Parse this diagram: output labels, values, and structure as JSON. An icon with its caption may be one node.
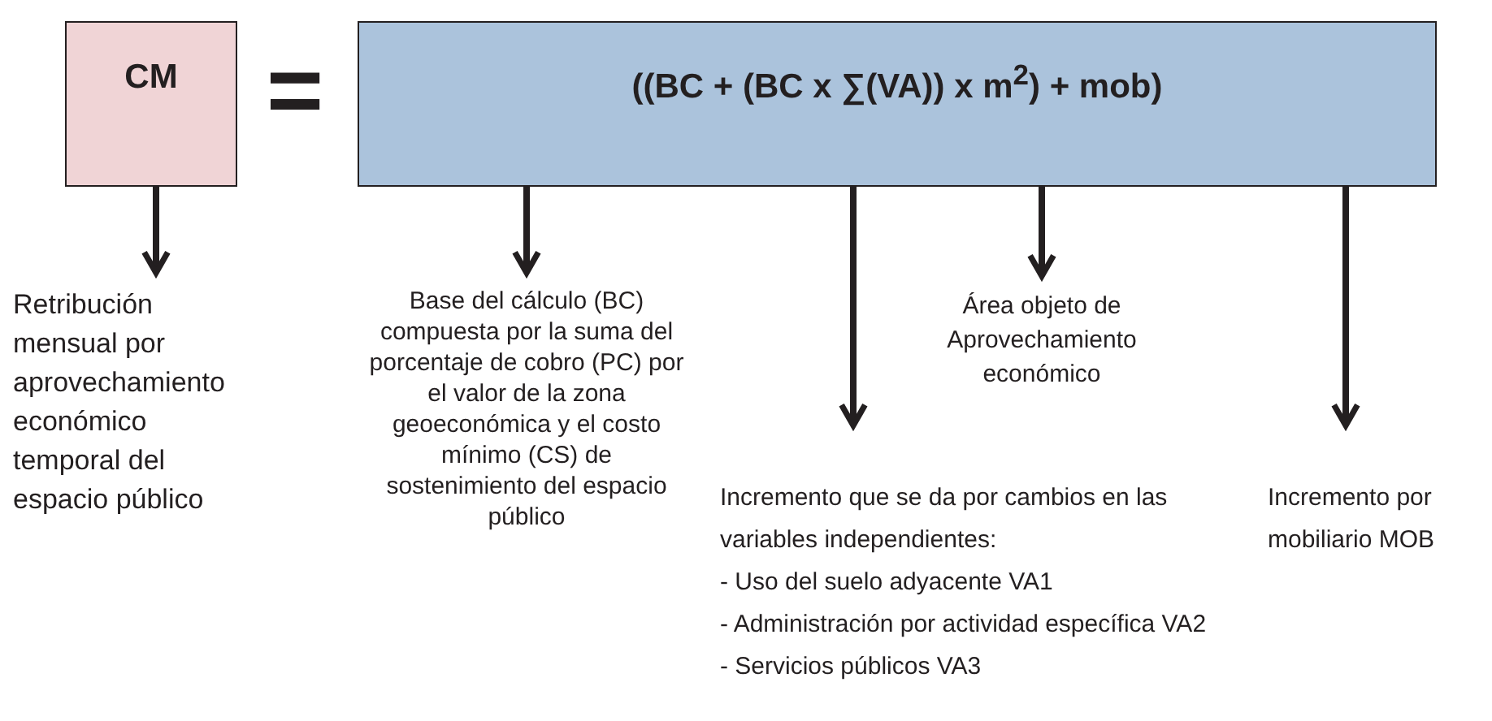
{
  "diagram": {
    "nodes": [
      {
        "text": [
          "CM"
        ]
      },
      {
        "text": [
          "((BC + (BC x ∑(VA)) x m$^{2}$) + mob)"
        ]
      },
      {
        "text": [
          "Retribución mensual por aprovechamiento económico temporal del espacio público"
        ]
      },
      {
        "text": [
          "Base del cálculo (BC) compuesta por la suma del porcentaje de cobro (PC) por el valor de la zona geoeconómica y el costo mínimo (CS) de sostenimiento del espacio público"
        ]
      },
      {
        "text": [
          "Área objeto de Aprovechamiento económico"
        ]
      },
      {
        "text": [
          "Incremento que se da por cambios en las variables independientes:",
          "- Uso del suelo adyacente VA1",
          "- Administración por actividad específica VA2",
          "- Servicios públicos VA3"
        ]
      },
      {
        "text": [
          "Incremento por mobiliario MOB"
        ]
      }
    ],
    "edges": [
      {
        "from": 0,
        "to": 2,
        "arrow": "to"
      },
      {
        "from": 1,
        "to": 3,
        "arrow": "to"
      },
      {
        "from": 1,
        "to": 5,
        "arrow": "to"
      },
      {
        "from": 1,
        "to": 4,
        "arrow": "to"
      },
      {
        "from": 1,
        "to": 6,
        "arrow": "to"
      }
    ],
    "labels": [
      "="
    ]
  }
}
